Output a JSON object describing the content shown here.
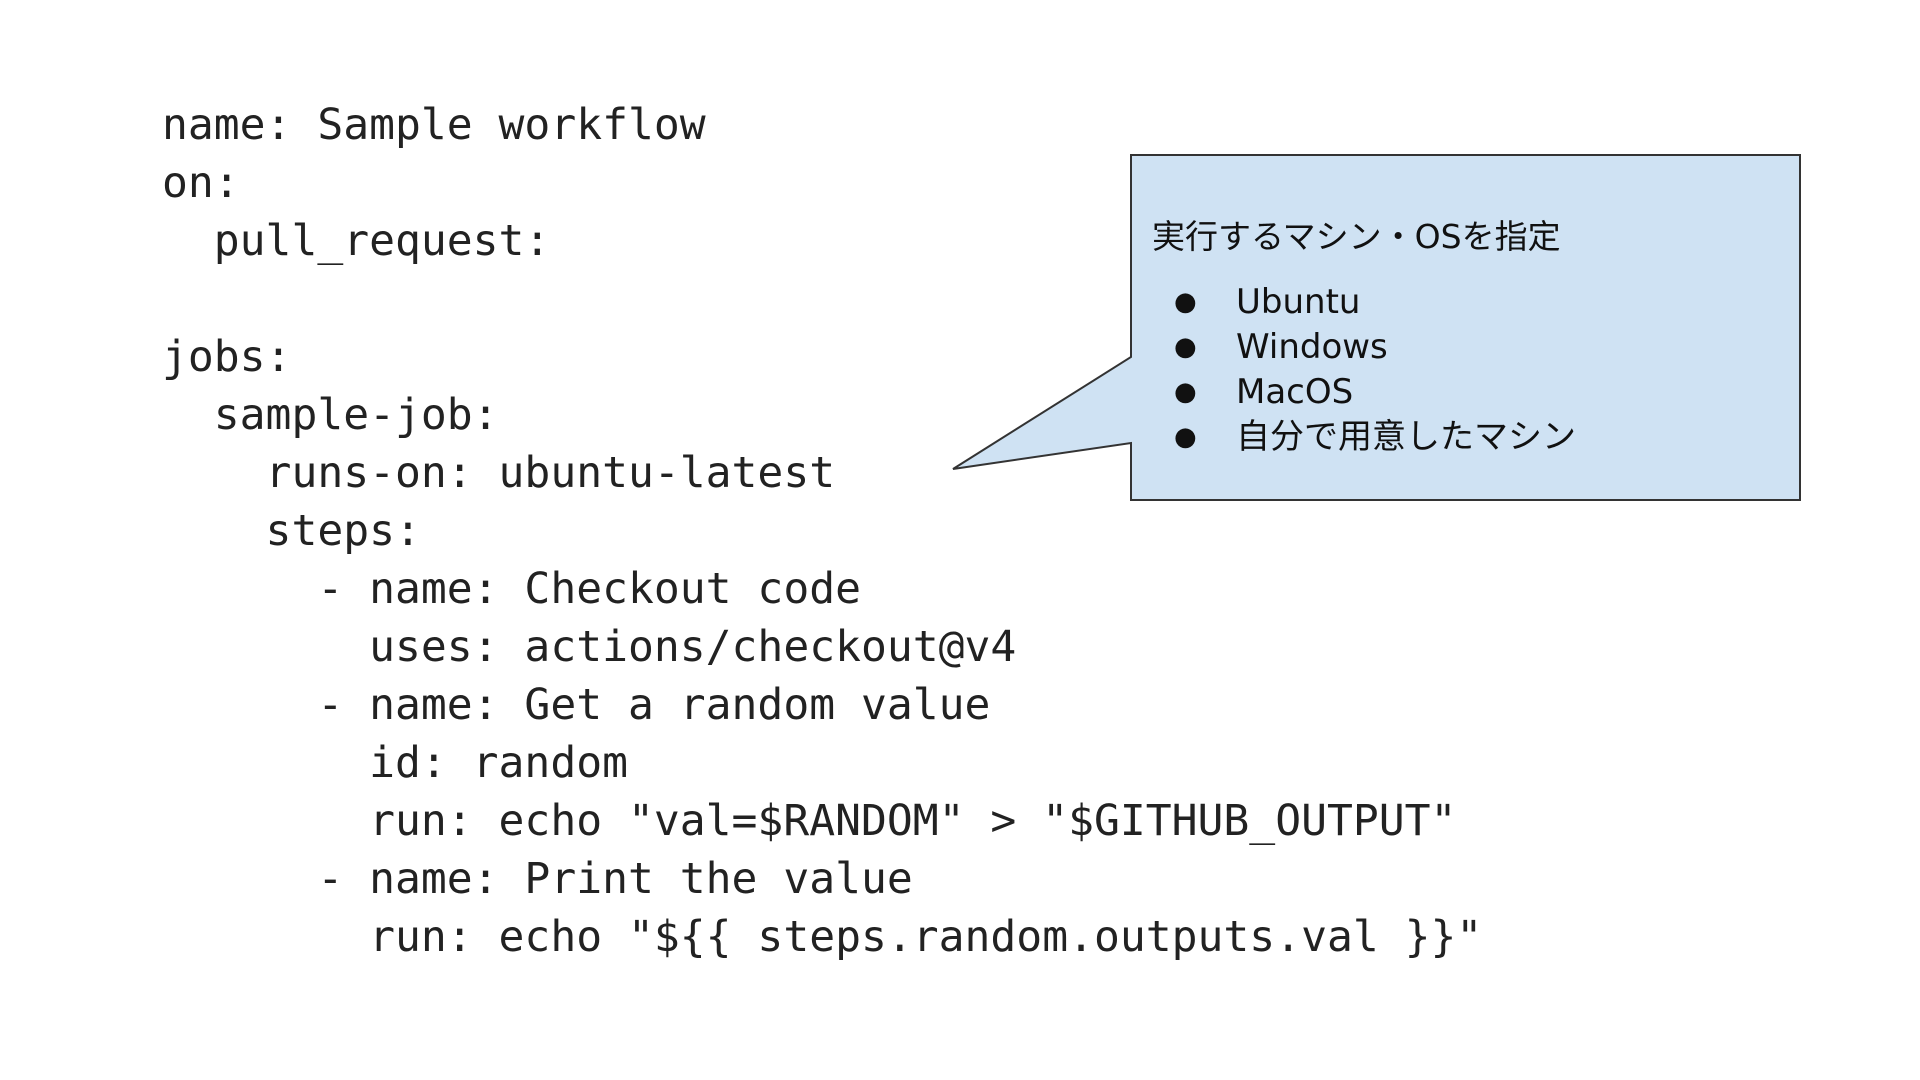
{
  "code": {
    "lines": [
      "name: Sample workflow",
      "on:",
      "  pull_request:",
      "",
      "jobs:",
      "  sample-job:",
      "    runs-on: ubuntu-latest",
      "    steps:",
      "      - name: Checkout code",
      "        uses: actions/checkout@v4",
      "      - name: Get a random value",
      "        id: random",
      "        run: echo \"val=$RANDOM\" > \"$GITHUB_OUTPUT\"",
      "      - name: Print the value",
      "        run: echo \"${{ steps.random.outputs.val }}\""
    ]
  },
  "callout": {
    "title": "実行するマシン・OSを指定",
    "bullet_symbol": "●",
    "items": [
      "Ubuntu",
      "Windows",
      "MacOS",
      "自分で用意したマシン"
    ],
    "fill_color": "#cfe2f3",
    "border_color": "#333333"
  }
}
